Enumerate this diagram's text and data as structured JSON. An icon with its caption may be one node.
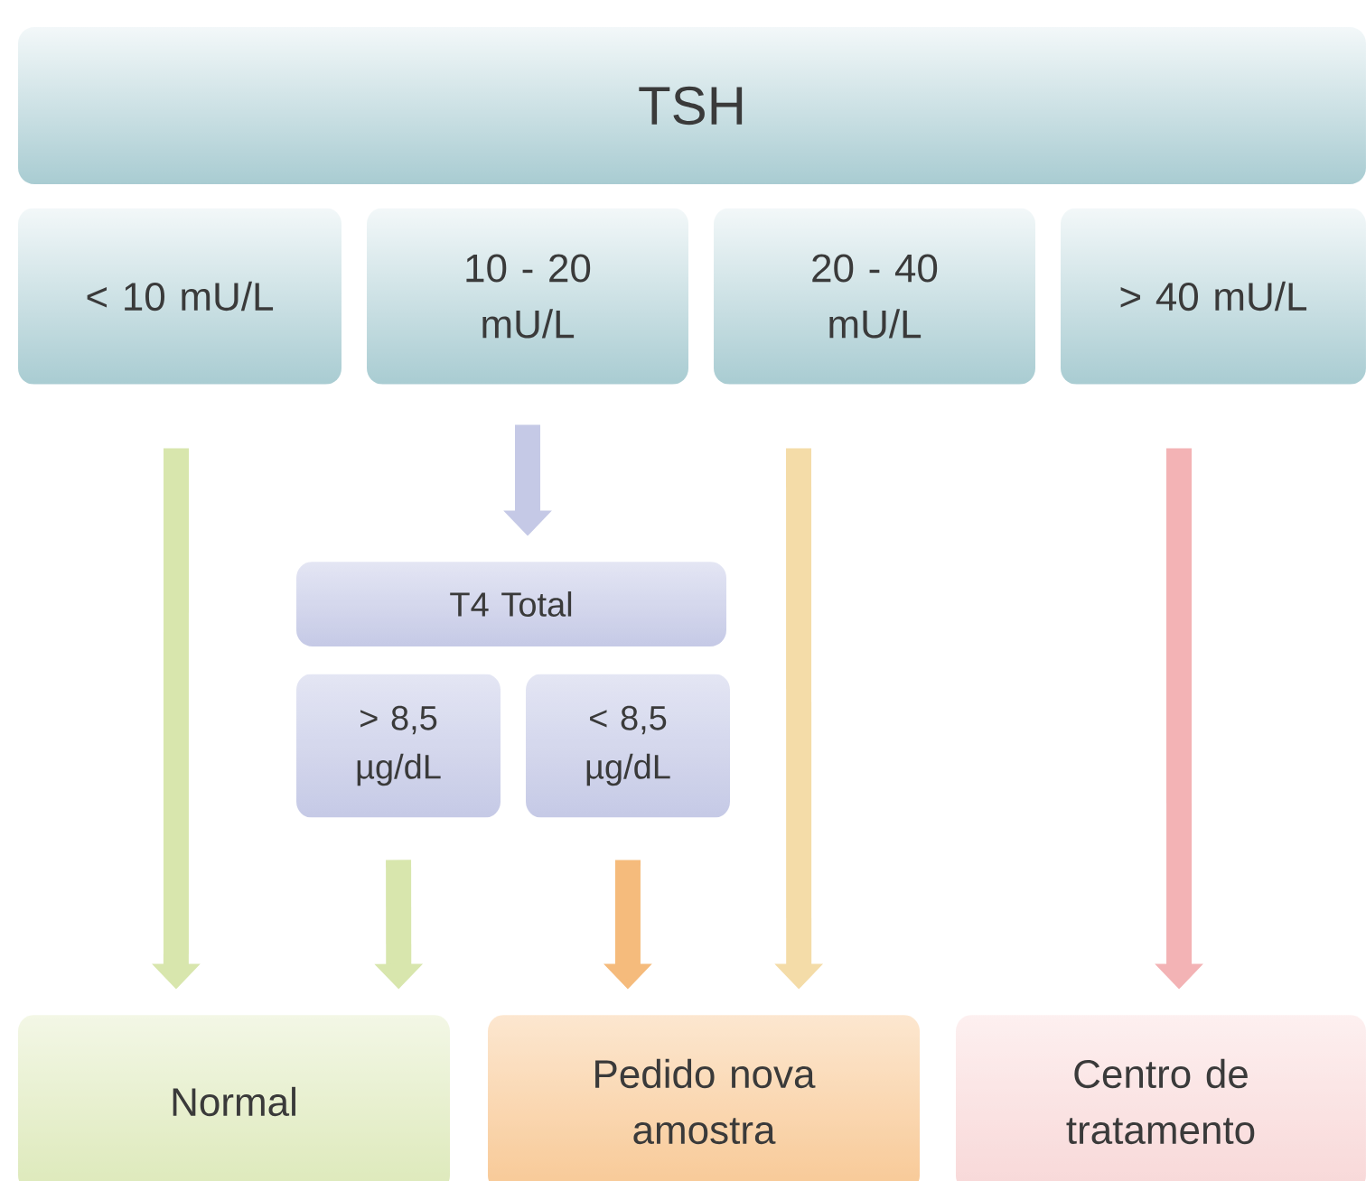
{
  "diagram": {
    "nodes": [
      {
        "text": [
          "TSH"
        ]
      },
      {
        "text": [
          "< 10 mU/L"
        ]
      },
      {
        "text": [
          "10 - 20 mU/L"
        ]
      },
      {
        "text": [
          "20 - 40 mU/L"
        ]
      },
      {
        "text": [
          "> 40 mU/L"
        ]
      },
      {
        "text": [
          "T4 Total"
        ]
      },
      {
        "text": [
          "> 8,5 µg/dL"
        ]
      },
      {
        "text": [
          "< 8,5 µg/dL"
        ]
      },
      {
        "text": [
          "Normal"
        ]
      },
      {
        "text": [
          "Pedido nova amostra"
        ]
      },
      {
        "text": [
          "Centro de tratamento"
        ]
      }
    ],
    "edges": [
      {
        "from": 1,
        "to": 8,
        "arrow": "to",
        "color": "#d8e6ad"
      },
      {
        "from": 2,
        "to": 5,
        "arrow": "to",
        "color": "#c5c9e6"
      },
      {
        "from": 6,
        "to": 8,
        "arrow": "to",
        "color": "#d8e6ad"
      },
      {
        "from": 7,
        "to": 9,
        "arrow": "to",
        "color": "#f5bb7c"
      },
      {
        "from": 3,
        "to": 9,
        "arrow": "to",
        "color": "#f4dca8"
      },
      {
        "from": 4,
        "to": 10,
        "arrow": "to",
        "color": "#f3b3b5"
      }
    ]
  }
}
